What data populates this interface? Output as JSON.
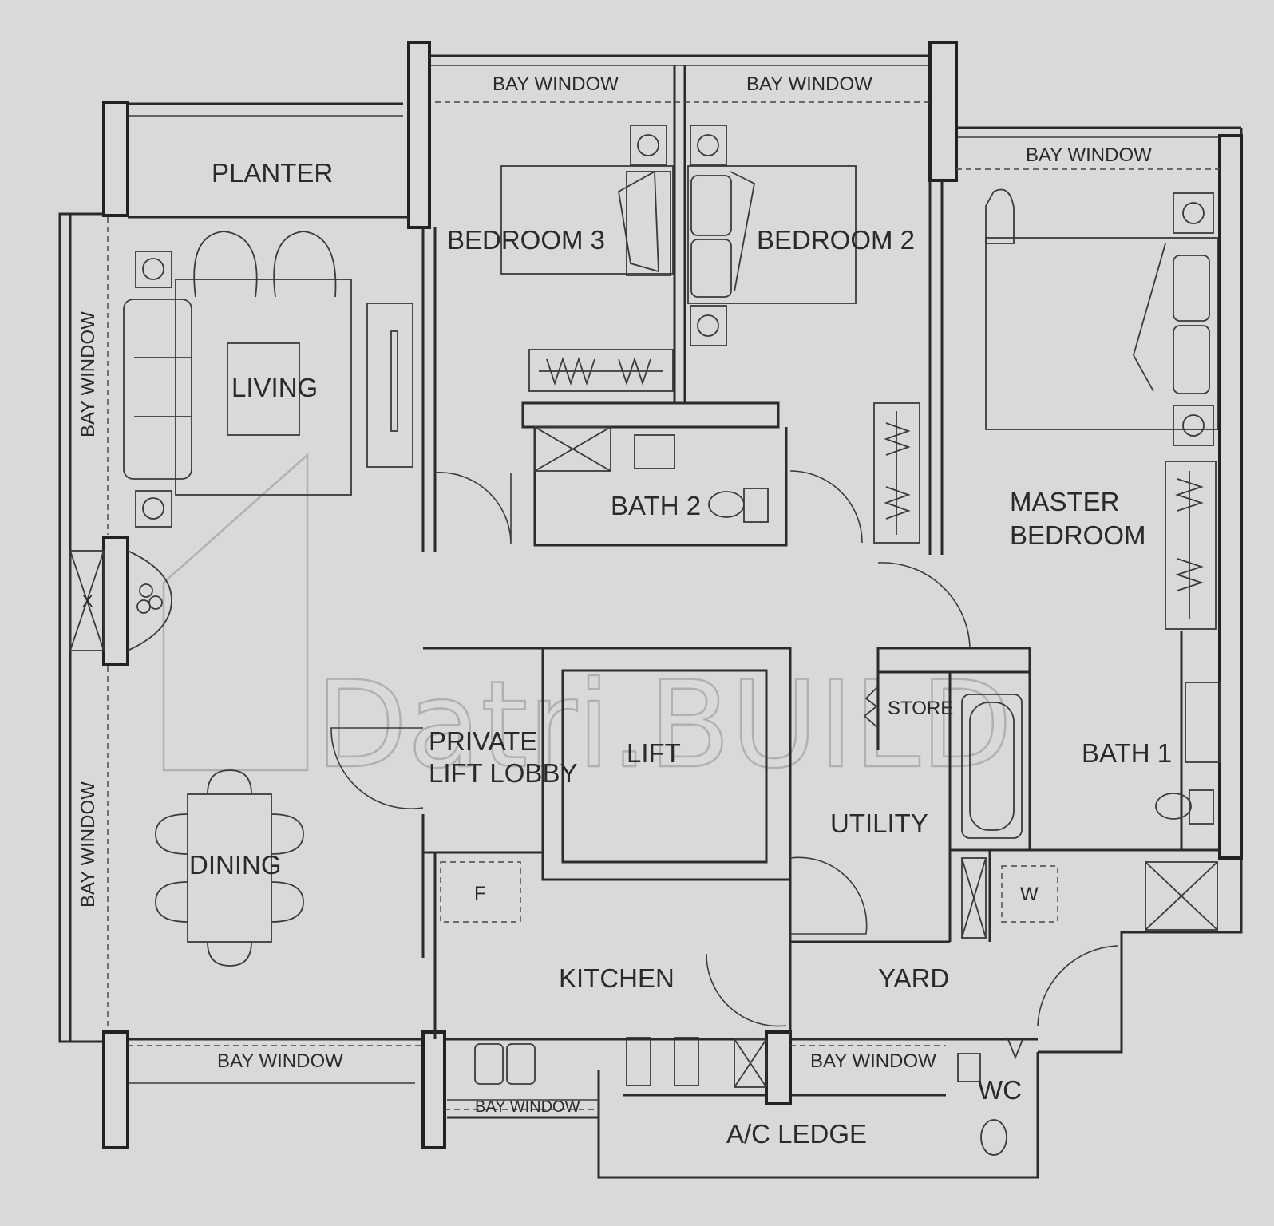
{
  "watermark": "Datri.BUILD",
  "rooms": {
    "planter": "PLANTER",
    "bedroom3": "BEDROOM 3",
    "bedroom2": "BEDROOM 2",
    "living": "LIVING",
    "bath2": "BATH 2",
    "master_line1": "MASTER",
    "master_line2": "BEDROOM",
    "store": "STORE",
    "private_line1": "PRIVATE",
    "private_line2": "LIFT LOBBY",
    "lift": "LIFT",
    "bath1": "BATH 1",
    "utility": "UTILITY",
    "dining": "DINING",
    "kitchen": "KITCHEN",
    "yard": "YARD",
    "wc": "WC",
    "ac_ledge": "A/C LEDGE"
  },
  "bay_window": "BAY WINDOW",
  "fixtures": {
    "fridge": "F",
    "washer": "W",
    "x_mark": "X"
  }
}
